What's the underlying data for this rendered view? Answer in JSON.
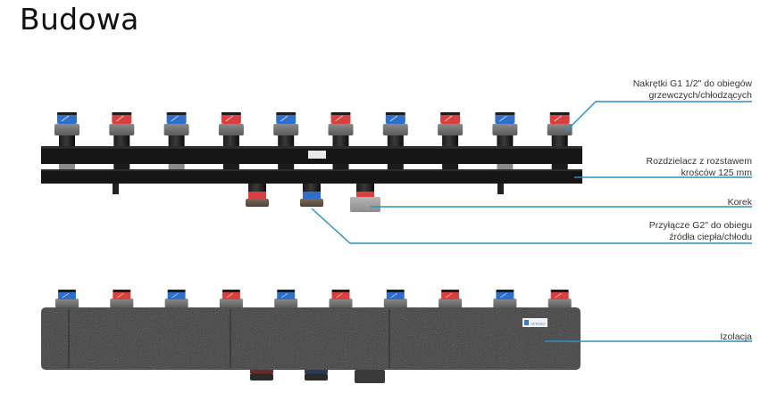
{
  "page": {
    "title": "Budowa"
  },
  "colors": {
    "leader_line": "#2a8fc4",
    "manifold_body": "#141414",
    "nut_gray": "#6e6e6e",
    "cap_red": "#d8403f",
    "cap_blue": "#2f6fc9",
    "insulation": "#3a3a3a"
  },
  "annotations": [
    {
      "id": "nuts",
      "lines": [
        "Nakrętki G1 1/2\" do obiegów",
        "grzewczych/chłodzących"
      ]
    },
    {
      "id": "manifold",
      "lines": [
        "Rozdzielacz z rozstawem",
        "krośców 125 mm"
      ]
    },
    {
      "id": "plug",
      "lines": [
        "Korek"
      ]
    },
    {
      "id": "source-connection",
      "lines": [
        "Przyłącze G2\" do obiegu",
        "źródła ciepła/chłodu"
      ]
    },
    {
      "id": "insulation",
      "lines": [
        "Izolacja"
      ]
    }
  ],
  "top_view": {
    "outlet_caps": [
      "blue",
      "red",
      "blue",
      "red",
      "blue",
      "red",
      "blue",
      "red",
      "blue",
      "red"
    ],
    "bottom_connections": [
      "red",
      "blue",
      "plug"
    ]
  },
  "bottom_view": {
    "outlet_caps": [
      "blue",
      "red",
      "blue",
      "red",
      "blue",
      "red",
      "blue",
      "red",
      "blue",
      "red"
    ],
    "bottom_connections": [
      "red",
      "blue",
      "plug"
    ],
    "brand_badge": "AFRISO"
  }
}
